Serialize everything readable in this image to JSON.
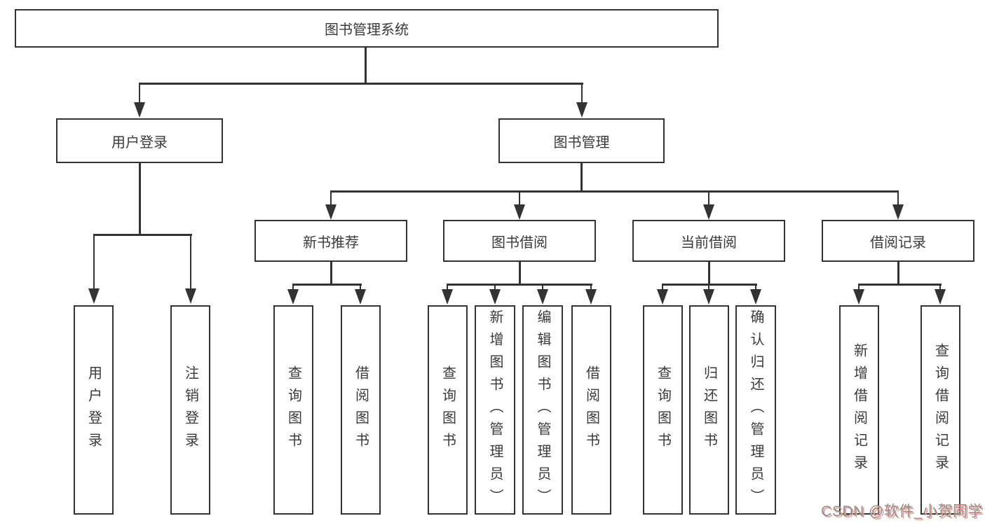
{
  "colors": {
    "line": "#333333",
    "text": "#3a3a3a",
    "background": "#ffffff",
    "watermark_text": "#909090",
    "watermark_accent": "#f29a90"
  },
  "tree": {
    "label": "图书管理系统",
    "children": [
      {
        "label": "用户登录",
        "children": [
          {
            "label": "用户登录"
          },
          {
            "label": "注销登录"
          }
        ]
      },
      {
        "label": "图书管理",
        "children": [
          {
            "label": "新书推荐",
            "children": [
              {
                "label": "查询图书"
              },
              {
                "label": "借阅图书"
              }
            ]
          },
          {
            "label": "图书借阅",
            "children": [
              {
                "label": "查询图书"
              },
              {
                "label": "新增图书（管理员）"
              },
              {
                "label": "编辑图书（管理员）"
              },
              {
                "label": "借阅图书"
              }
            ]
          },
          {
            "label": "当前借阅",
            "children": [
              {
                "label": "查询图书"
              },
              {
                "label": "归还图书"
              },
              {
                "label": "确认归还（管理员）"
              }
            ]
          },
          {
            "label": "借阅记录",
            "children": [
              {
                "label": "新增借阅记录"
              },
              {
                "label": "查询借阅记录"
              }
            ]
          }
        ]
      }
    ]
  },
  "watermark": {
    "text": "CSDN @软件_小贺同学"
  }
}
